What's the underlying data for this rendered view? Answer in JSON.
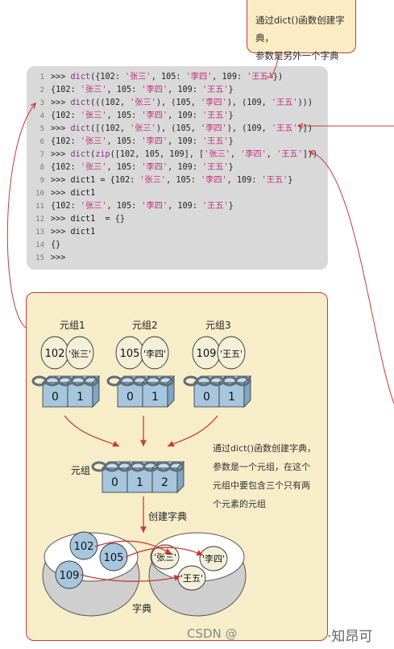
{
  "note_top": [
    "通过dict()函数创建字典，",
    "参数是另外一个字典"
  ],
  "code_lines": [
    {
      "num": "1",
      "parts": [
        [
          ">>> ",
          ""
        ],
        [
          "dict",
          "kw"
        ],
        [
          "({102: ",
          ""
        ],
        [
          "'张三'",
          "str"
        ],
        [
          ", 105: ",
          ""
        ],
        [
          "'李四'",
          "str"
        ],
        [
          ", 109: ",
          ""
        ],
        [
          "'王五'",
          "str"
        ],
        [
          "})",
          ""
        ]
      ]
    },
    {
      "num": "2",
      "parts": [
        [
          "{102: ",
          ""
        ],
        [
          "'张三'",
          "str"
        ],
        [
          ", 105: ",
          ""
        ],
        [
          "'李四'",
          "str"
        ],
        [
          ", 109: ",
          ""
        ],
        [
          "'王五'",
          "str"
        ],
        [
          "}",
          ""
        ]
      ]
    },
    {
      "num": "3",
      "parts": [
        [
          ">>> ",
          ""
        ],
        [
          "dict",
          "kw"
        ],
        [
          "(((102, ",
          ""
        ],
        [
          "'张三'",
          "str"
        ],
        [
          "), (105, ",
          ""
        ],
        [
          "'李四'",
          "str"
        ],
        [
          "), (109, ",
          ""
        ],
        [
          "'王五'",
          "str"
        ],
        [
          ")))",
          ""
        ]
      ]
    },
    {
      "num": "4",
      "parts": [
        [
          "{102: ",
          ""
        ],
        [
          "'张三'",
          "str"
        ],
        [
          ", 105: ",
          ""
        ],
        [
          "'李四'",
          "str"
        ],
        [
          ", 109: ",
          ""
        ],
        [
          "'王五'",
          "str"
        ],
        [
          "}",
          ""
        ]
      ]
    },
    {
      "num": "5",
      "parts": [
        [
          ">>> ",
          ""
        ],
        [
          "dict",
          "kw"
        ],
        [
          "([(102, ",
          ""
        ],
        [
          "'张三'",
          "str"
        ],
        [
          "), (105, ",
          ""
        ],
        [
          "'李四'",
          "str"
        ],
        [
          "), (109, ",
          ""
        ],
        [
          "'王五'",
          "str"
        ],
        [
          ")])",
          ""
        ]
      ]
    },
    {
      "num": "6",
      "parts": [
        [
          "{102: ",
          ""
        ],
        [
          "'张三'",
          "str"
        ],
        [
          ", 105: ",
          ""
        ],
        [
          "'李四'",
          "str"
        ],
        [
          ", 109: ",
          ""
        ],
        [
          "'王五'",
          "str"
        ],
        [
          "}",
          ""
        ]
      ]
    },
    {
      "num": "7",
      "parts": [
        [
          ">>> ",
          ""
        ],
        [
          "dict",
          "kw"
        ],
        [
          "(",
          ""
        ],
        [
          "zip",
          "kw"
        ],
        [
          "([102, 105, 109], [",
          ""
        ],
        [
          "'张三'",
          "str"
        ],
        [
          ", ",
          ""
        ],
        [
          "'李四'",
          "str"
        ],
        [
          ", ",
          ""
        ],
        [
          "'王五'",
          "str"
        ],
        [
          "]))",
          ""
        ]
      ]
    },
    {
      "num": "8",
      "parts": [
        [
          "{102: ",
          ""
        ],
        [
          "'张三'",
          "str"
        ],
        [
          ", 105: ",
          ""
        ],
        [
          "'李四'",
          "str"
        ],
        [
          ", 109: ",
          ""
        ],
        [
          "'王五'",
          "str"
        ],
        [
          "}",
          ""
        ]
      ]
    },
    {
      "num": "9",
      "parts": [
        [
          ">>> dict1 = {102: ",
          ""
        ],
        [
          "'张三'",
          "str"
        ],
        [
          ", 105: ",
          ""
        ],
        [
          "'李四'",
          "str"
        ],
        [
          ", 109: ",
          ""
        ],
        [
          "'王五'",
          "str"
        ],
        [
          "}",
          ""
        ]
      ]
    },
    {
      "num": "10",
      "parts": [
        [
          ">>> dict1",
          ""
        ]
      ]
    },
    {
      "num": "11",
      "parts": [
        [
          "{102: ",
          ""
        ],
        [
          "'张三'",
          "str"
        ],
        [
          ", 105: ",
          ""
        ],
        [
          "'李四'",
          "str"
        ],
        [
          ", 109: ",
          ""
        ],
        [
          "'王五'",
          "str"
        ],
        [
          "}",
          ""
        ]
      ]
    },
    {
      "num": "12",
      "parts": [
        [
          ">>> dict1  = {}",
          ""
        ]
      ]
    },
    {
      "num": "13",
      "parts": [
        [
          ">>> dict1",
          ""
        ]
      ]
    },
    {
      "num": "14",
      "parts": [
        [
          "{}",
          ""
        ]
      ]
    },
    {
      "num": "15",
      "parts": [
        [
          ">>>",
          ""
        ]
      ]
    }
  ],
  "tuples": [
    {
      "title": "元组1",
      "key": "102",
      "value": "'张三'",
      "idx": [
        "0",
        "1"
      ]
    },
    {
      "title": "元组2",
      "key": "105",
      "value": "'李四'",
      "idx": [
        "0",
        "1"
      ]
    },
    {
      "title": "元组3",
      "key": "109",
      "value": "'王五'",
      "idx": [
        "0",
        "1"
      ]
    }
  ],
  "outer_tuple": {
    "label": "元组",
    "idx": [
      "0",
      "1",
      "2"
    ]
  },
  "create_label": "创建字典",
  "side_note": [
    "通过dict()函数创建字典，",
    "参数是一个元组，在这个",
    "元组中要包含三个只有两",
    "个元素的元组"
  ],
  "dict": {
    "label": "字典",
    "keys": [
      "102",
      "105",
      "109"
    ],
    "values": [
      "'张三'",
      "'李四'",
      "'王五'"
    ]
  },
  "footer": {
    "csdn": "CSDN @",
    "zhihu": "·知昂可"
  },
  "colors": {
    "accent_red": "#c93a3a",
    "panel": "#f7edc9",
    "code_bg": "#d9d9d9",
    "block_blue": "#a6c6dd",
    "chain": "#6b7d8a"
  }
}
